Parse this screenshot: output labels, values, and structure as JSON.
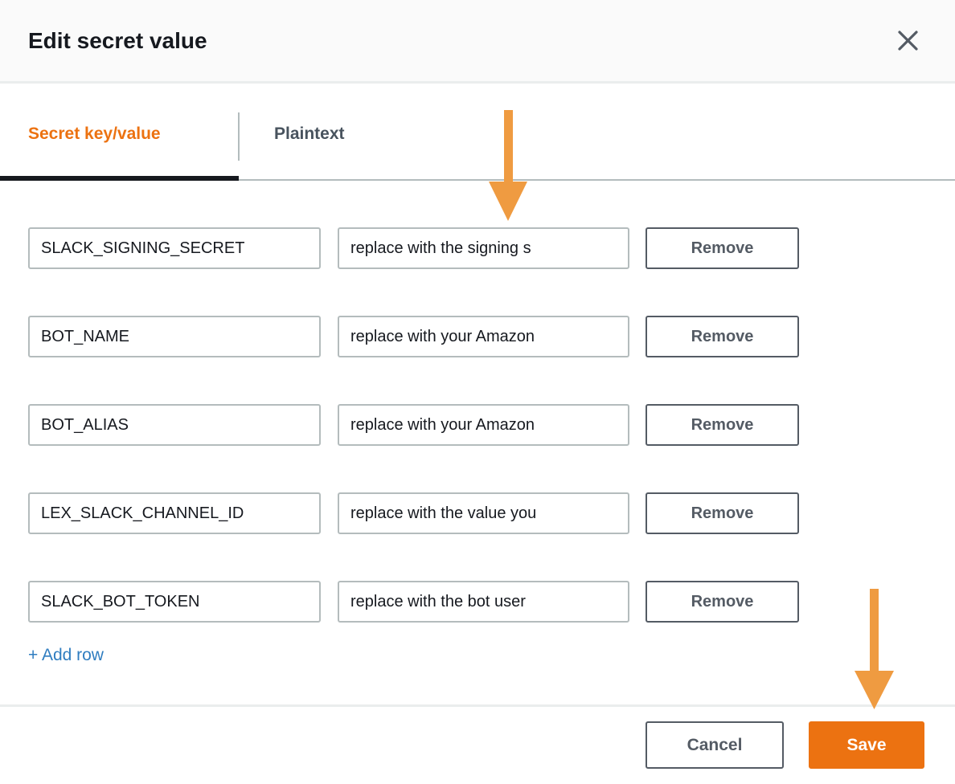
{
  "modal": {
    "title": "Edit secret value",
    "tabs": [
      {
        "label": "Secret key/value",
        "active": true
      },
      {
        "label": "Plaintext",
        "active": false
      }
    ],
    "rows": [
      {
        "key": "SLACK_SIGNING_SECRET",
        "value": "replace with the signing s"
      },
      {
        "key": "BOT_NAME",
        "value": "replace with your Amazon"
      },
      {
        "key": "BOT_ALIAS",
        "value": "replace with your Amazon"
      },
      {
        "key": "LEX_SLACK_CHANNEL_ID",
        "value": "replace with the value you"
      },
      {
        "key": "SLACK_BOT_TOKEN",
        "value": "replace with the bot user"
      }
    ],
    "remove_label": "Remove",
    "add_row_label": "+ Add row",
    "footer": {
      "cancel_label": "Cancel",
      "save_label": "Save"
    }
  },
  "annotations": {
    "arrows": [
      {
        "icon": "arrow-down-icon",
        "points_to": "first-row-value-field"
      },
      {
        "icon": "arrow-down-icon",
        "points_to": "save-button"
      }
    ],
    "arrow_color": "#ef9b41"
  },
  "colors": {
    "accent_orange": "#ec7211",
    "arrow_orange": "#ef9b41",
    "link_blue": "#2f7dc0",
    "dark_text": "#16191f",
    "secondary_text": "#545b64",
    "input_border": "#b4bcbd",
    "divider_gray": "#eaeded",
    "header_bg": "#fafafa",
    "active_tab_underline": "#16191f"
  }
}
